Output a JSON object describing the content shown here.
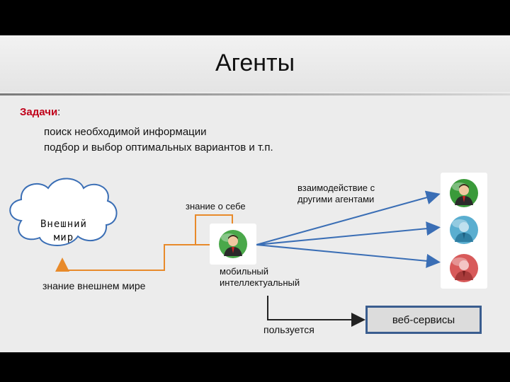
{
  "title": "Агенты",
  "tasks": {
    "label": "Задачи",
    "colon": ":",
    "items": [
      "поиск необходимой информации",
      "подбор и выбор оптимальных вариантов и т.п."
    ]
  },
  "nodes": {
    "outer_world": "Внешний мир",
    "outer_world_line1": "Внешний",
    "outer_world_line2": "мир",
    "self_knowledge": "знание о себе",
    "interaction": "взаимодействие с другими агентами",
    "mobile": "мобильный интеллектуальный",
    "outer_knowledge": "знание  внешнем мире",
    "uses": "пользуется",
    "web_services": "веб-сервисы"
  },
  "agents": [
    {
      "icon": "agent-green-icon",
      "color": "#3a9a3a"
    },
    {
      "icon": "agent-blue-icon",
      "color": "#5aaed0"
    },
    {
      "icon": "agent-red-icon",
      "color": "#d85a5a"
    }
  ],
  "center_agent": {
    "icon": "agent-center-icon",
    "color": "#4aa84a"
  },
  "colors": {
    "arrow_orange": "#e88a2a",
    "arrow_blue": "#3a6eb5",
    "box_border": "#3a5d8f",
    "task_label": "#c0001a"
  }
}
